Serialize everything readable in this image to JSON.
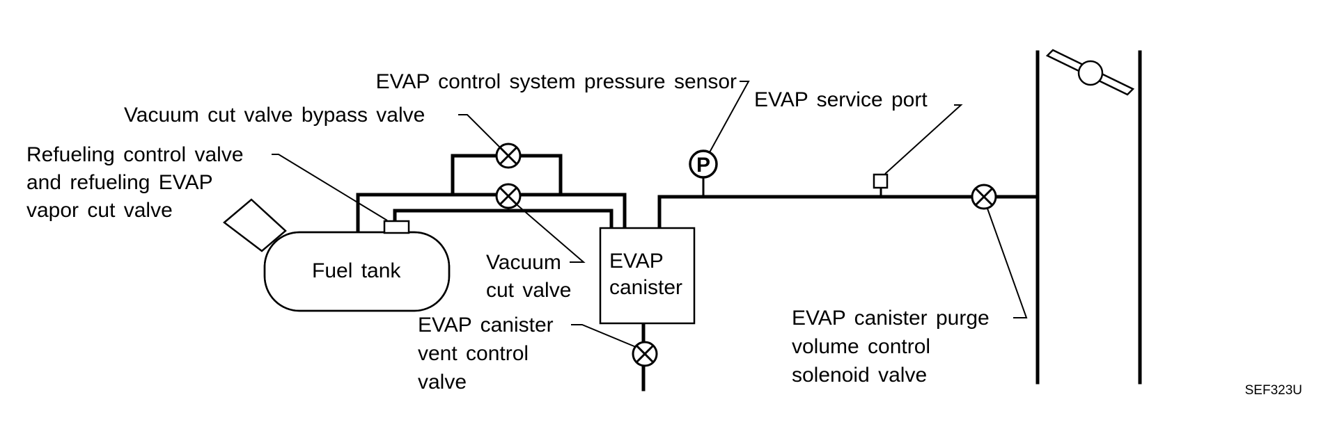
{
  "labels": {
    "pressure_sensor": "EVAP control system pressure sensor",
    "service_port": "EVAP service port",
    "bypass_valve": "Vacuum cut valve bypass valve",
    "refueling_valve": [
      "Refueling control valve",
      "and refueling EVAP",
      "vapor cut valve"
    ],
    "fuel_tank": "Fuel tank",
    "vacuum_cut_valve": [
      "Vacuum",
      "cut valve"
    ],
    "canister": [
      "EVAP",
      "canister"
    ],
    "vent_valve": [
      "EVAP canister",
      "vent control",
      "valve"
    ],
    "purge_valve": [
      "EVAP canister purge",
      "volume control",
      "solenoid valve"
    ],
    "pressure_symbol": "P"
  },
  "figure_code": "SEF323U"
}
